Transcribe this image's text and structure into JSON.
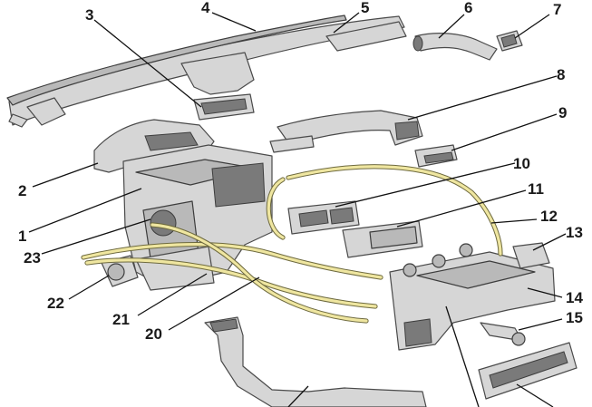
{
  "callouts": [
    {
      "id": "c1",
      "label": "1"
    },
    {
      "id": "c2",
      "label": "2"
    },
    {
      "id": "c3",
      "label": "3"
    },
    {
      "id": "c4",
      "label": "4"
    },
    {
      "id": "c5",
      "label": "5"
    },
    {
      "id": "c6",
      "label": "6"
    },
    {
      "id": "c7",
      "label": "7"
    },
    {
      "id": "c8",
      "label": "8"
    },
    {
      "id": "c9",
      "label": "9"
    },
    {
      "id": "c10",
      "label": "10"
    },
    {
      "id": "c11",
      "label": "11"
    },
    {
      "id": "c12",
      "label": "12"
    },
    {
      "id": "c13",
      "label": "13"
    },
    {
      "id": "c14",
      "label": "14"
    },
    {
      "id": "c15",
      "label": "15"
    },
    {
      "id": "c20",
      "label": "20"
    },
    {
      "id": "c21",
      "label": "21"
    },
    {
      "id": "c22",
      "label": "22"
    },
    {
      "id": "c23",
      "label": "23"
    }
  ],
  "colors": {
    "part_fill": "#d6d6d6",
    "part_outline": "#4a4a4a",
    "cable": "#efe6a0",
    "label": "#1a1a1a"
  }
}
